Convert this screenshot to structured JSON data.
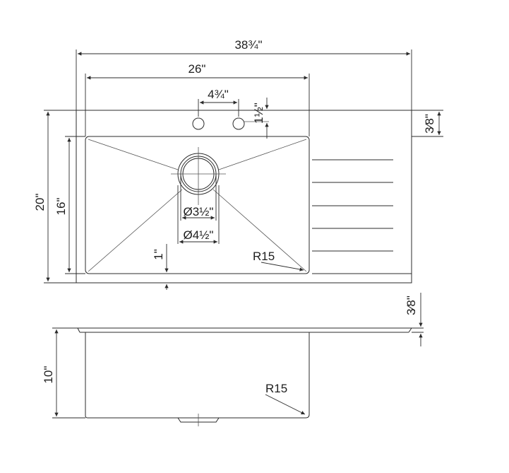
{
  "dimensions": {
    "overall_width": "38¾\"",
    "bowl_width": "26\"",
    "faucet_spacing": "4¾\"",
    "faucet_offset": "1½\"",
    "deck_offset": "3⁄8\"",
    "overall_depth": "20\"",
    "bowl_depth": "16\"",
    "drain_inner": "Ø3½\"",
    "drain_outer": "Ø4½\"",
    "bottom_gap": "1\"",
    "corner_radius_top": "R15",
    "flange_thickness": "3⁄8\"",
    "bowl_height": "10\"",
    "corner_radius_side": "R15"
  }
}
